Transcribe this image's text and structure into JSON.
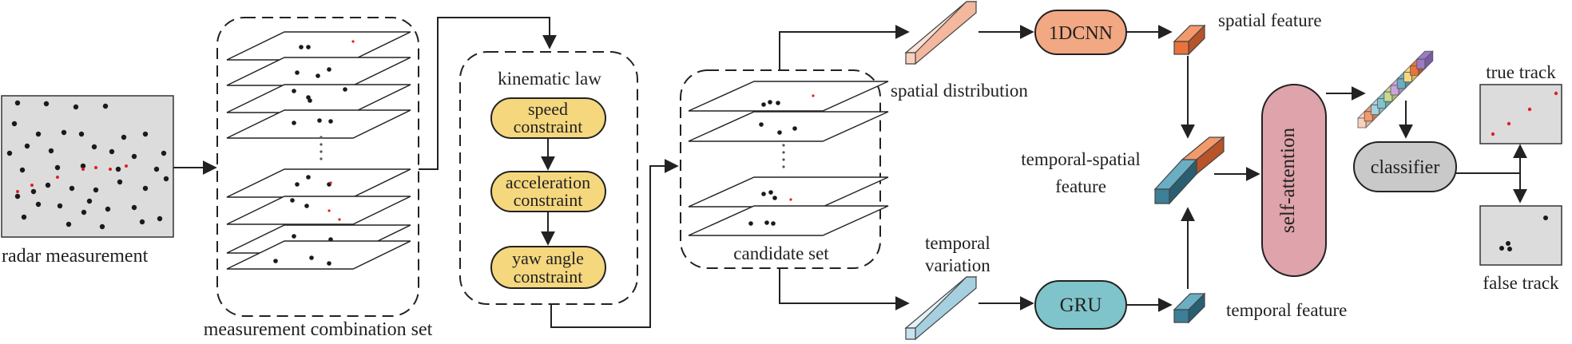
{
  "labels": {
    "radar_measurement": "radar measurement",
    "measurement_combination_set": "measurement combination set",
    "kinematic_law": "kinematic law",
    "speed_constraint": [
      "speed",
      "constraint"
    ],
    "acceleration_constraint": [
      "acceleration",
      "constraint"
    ],
    "yaw_angle_constraint": [
      "yaw angle",
      "constraint"
    ],
    "candidate_set": "candidate set",
    "spatial_distribution": "spatial distribution",
    "temporal_variation": [
      "temporal",
      "variation"
    ],
    "cnn": "1DCNN",
    "gru": "GRU",
    "spatial_feature": "spatial feature",
    "temporal_feature": "temporal feature",
    "temporal_spatial_feature": [
      "temporal-spatial",
      "feature"
    ],
    "self_attention": "self-attention",
    "classifier": "classifier",
    "true_track": "true track",
    "false_track": "false track"
  },
  "colors": {
    "radar_bg": "#dcdcdc",
    "constraint_fill": "#f5d77e",
    "cnn_fill": "#f2a882",
    "gru_fill": "#7fc4ca",
    "self_attention_fill": "#dea3ab",
    "classifier_fill": "#c9c9c9",
    "spatial_feature": "#e8743b",
    "temporal_feature": "#3d7f96",
    "spatial_input": "#f9d0be",
    "temporal_input": "#c6e3ee",
    "red_point": "#e02020",
    "black_point": "#1a1a1a"
  }
}
